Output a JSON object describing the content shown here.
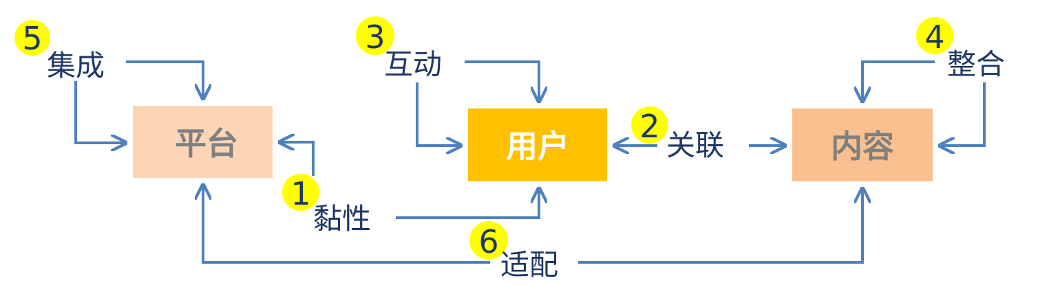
{
  "colors": {
    "arrow": "#4f81bd",
    "badge_fill": "#ffff00",
    "text_dark": "#1f3864",
    "platform_fill": "#fbd5b5",
    "platform_text": "#7f7f7f",
    "user_fill": "#ffc000",
    "user_text": "#ffffff",
    "content_fill": "#fac090",
    "content_text": "#7f7f7f"
  },
  "nodes": {
    "platform": {
      "label": "平台"
    },
    "user": {
      "label": "用户"
    },
    "content": {
      "label": "内容"
    }
  },
  "relations": {
    "integration": {
      "number": "5",
      "label": "集成"
    },
    "interaction": {
      "number": "3",
      "label": "互动"
    },
    "consolidation": {
      "number": "4",
      "label": "整合"
    },
    "association": {
      "number": "2",
      "label": "关联"
    },
    "stickiness": {
      "number": "1",
      "label": "黏性"
    },
    "adaptation": {
      "number": "6",
      "label": "适配"
    }
  }
}
